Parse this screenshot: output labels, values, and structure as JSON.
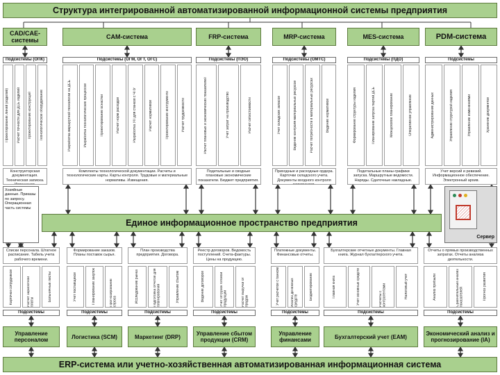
{
  "title": "Структура интегрированной автоматизированной информационной системы предприятия",
  "bottom_title": "ERP-система или учетно-хозяйственная автоматизированная информационная система",
  "middle_title": "Единое информационное пространство предприятия",
  "server_label": "Сервер",
  "side_note": "Хозяйные данные. Приказы по запросу. Операционная часть системы",
  "subsystems_label": "Подсистемы",
  "top_systems": [
    {
      "name": "CAD/CAE-системы",
      "sub": "Подсистемы (ОПК)",
      "cols": [
        "Проектирование линий (изделий)",
        "Расчет точности для ДСЕ изделий",
        "Проектирование конструкций",
        "Технологическое оборудование"
      ],
      "desc": "Конструкторская документация. Техническая записка. Извещения."
    },
    {
      "name": "CAM-система",
      "sub": "Подсистемы (ОГМ, ОГТ, ОГС)",
      "cols": [
        "Разработка маршрутной технологии на ДСЕ",
        "Разработка технологических процессов",
        "Проектирование оснастки",
        "Расчет норм расходов",
        "Разработка УП для станков с ЧПУ",
        "Расчет нормативов",
        "Проектирование инструмента",
        "Расчет трудоемкости"
      ],
      "desc": "Комплекты технологической документации. Расчеты и технологические карты. Карты контроля. Трудовые и материальные нормативы. Извещения."
    },
    {
      "name": "FRP-система",
      "sub": "Подсистемы (ПЭО)",
      "cols": [
        "Расчет плановых и экономических показателей",
        "Учет затрат на производство",
        "Расчет себестоимости"
      ],
      "desc": "Подетальные и сводные плановые экономические показатели. Бюджет предприятия."
    },
    {
      "name": "MRP-система",
      "sub": "Подсистемы (ОМТС)",
      "cols": [
        "Учет складских запасов",
        "Ведение контроля материальных ресурсов",
        "Расчет потребности в материальных ресурсах",
        "Ведение нормативов"
      ],
      "desc": "Приходные и расходные ордера. Карточки складского учета. Документы входного контроля материалов."
    },
    {
      "name": "MES-система",
      "sub": "Подсистемы (ПДО)",
      "cols": [
        "Формирование структуры изделия",
        "Планирование запуска партий ДСЕ",
        "Межцеховое планирование",
        "Оперативное управление"
      ],
      "desc": "Подетальные планы-графики запуска. Маршрутные ведомости. Наряды. Сдаточные накладные."
    },
    {
      "name": "PDM-система",
      "sub": "Подсистемы",
      "cols": [
        "Администрирование данных",
        "Управление структурой изделия",
        "Управление изменениями",
        "Хранение документов"
      ],
      "desc": "Учет версий и ревизий. Информационное обеспечение. Электронный архив."
    }
  ],
  "bottom_modules": [
    {
      "name": "Управление персоналом",
      "desc": "Списки персонала. Штатное расписание. Табель учета рабочего времени.",
      "cols": [
        "Карточки сотрудников",
        "Расчет заработной платы",
        "Больничные листы"
      ]
    },
    {
      "name": "Логистика (SCM)",
      "desc": "Формирование заказов. Планы поставок сырья.",
      "cols": [
        "Учет поставщиков",
        "Планирование закупок",
        "Прогнозирование спроса"
      ]
    },
    {
      "name": "Маркетинг (DRP)",
      "desc": "План производства предприятия. Договора.",
      "cols": [
        "Исследование рынка",
        "Подготовка отчетов для планирования",
        "Управление сбытом"
      ]
    },
    {
      "name": "Управление сбытом продукции (CRM)",
      "desc": "Реестр договоров. Ведомость поступлений. Счета-фактуры. Цены на продукцию.",
      "cols": [
        "Ведение договоров",
        "Учет отгрузок готовой продукции",
        "Расчет выручки от продаж"
      ]
    },
    {
      "name": "Управление финансами",
      "desc": "Платежные документы. Финансовые отчеты.",
      "cols": [
        "Учет расчетов с банком",
        "Анализ денежных средств",
        "Бюджетирование"
      ]
    },
    {
      "name": "Бухгалтерский учет (ЕАМ)",
      "desc": "Бухгалтерские отчетные документы. Главная книга. Журнал бухгалтерского учета.",
      "cols": [
        "Главная книга",
        "Учет основных средств",
        "Расчеты с контрагентами",
        "Налоговый учет"
      ]
    },
    {
      "name": "Экономический анализ и прогнозирование (IA)",
      "desc": "Отчеты о прямых производственных затратах. Отчеты анализа деятельности.",
      "cols": [
        "Анализ прибыли",
        "Сравнительный анализ показателей",
        "Прогноз развития"
      ]
    }
  ]
}
